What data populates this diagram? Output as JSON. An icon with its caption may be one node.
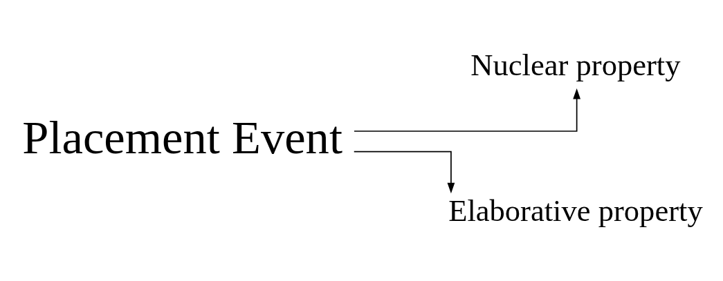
{
  "diagram": {
    "nodes": [
      {
        "text": [
          "Placement Event"
        ]
      },
      {
        "text": [
          "Nuclear property"
        ]
      },
      {
        "text": [
          "Elaborative property"
        ]
      }
    ],
    "edges": [
      {
        "from": 0,
        "to": 1,
        "arrow": "to"
      },
      {
        "from": 0,
        "to": 2,
        "arrow": "to"
      }
    ]
  }
}
